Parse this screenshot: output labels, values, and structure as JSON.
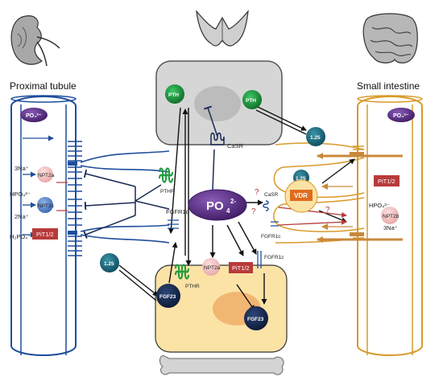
{
  "labels": {
    "proximal_tubule": "Proximal tubule",
    "small_intestine": "Small intestine"
  },
  "molecules": {
    "pth": "PTH",
    "phosphate_center": "PO",
    "phosphate_center_sup": "4",
    "phosphate_center_charge": "2-",
    "phosphate_small": "PO₄²⁻",
    "vitamin_d": "1.25",
    "casr": "CaSR",
    "fgf23": "FGF23",
    "fgfr1c": "FGFR1c",
    "pthr": "PTHR",
    "vdr": "VDR",
    "question": "?"
  },
  "transporters": {
    "npt2a": "NPT2a",
    "npt2c": "NPT2c",
    "pit12": "PiT1/2",
    "npt2b": "NPT2b"
  },
  "ions": {
    "na3": "3Na⁺",
    "hpo4": "HPO₄²⁻",
    "na2": "2Na⁺",
    "h2po4": "H₂PO₄⁻"
  },
  "colors": {
    "tubule": "#1f4e9c",
    "intestine": "#d89a2a",
    "pth_green": "#1d9a3c",
    "teal_badge": "#1a6b80",
    "fgf23_navy": "#16284f",
    "phosphate_purple": "#5b2d82",
    "pit_red": "#b83a3a",
    "vdr_orange": "#e06c1c",
    "parathyroid_cell": "#d6d6d6",
    "bone_cell": "#fbe3a6"
  }
}
